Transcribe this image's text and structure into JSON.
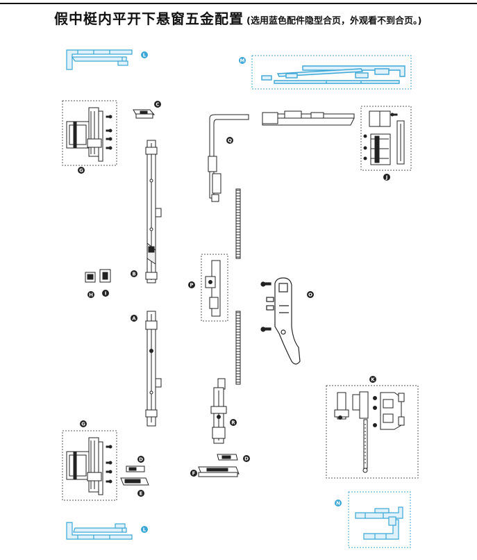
{
  "title": {
    "main": "假中梃内平开下悬窗五金配置",
    "note": "(选用蓝色配件隐型合页，外观看不到合页。)"
  },
  "colors": {
    "line": "#222222",
    "accent": "#3aa6d6",
    "box": "#555555"
  },
  "parts": {
    "A": "A",
    "B": "B",
    "C": "C",
    "D1": "D",
    "D2": "D",
    "E": "E",
    "F": "F",
    "G1": "G",
    "G2": "G",
    "H": "H",
    "I": "I",
    "J": "J",
    "K": "K",
    "L1": "L",
    "L2": "L",
    "M": "M",
    "N": "N",
    "O": "O",
    "P": "P",
    "Q": "Q",
    "R": "R"
  }
}
